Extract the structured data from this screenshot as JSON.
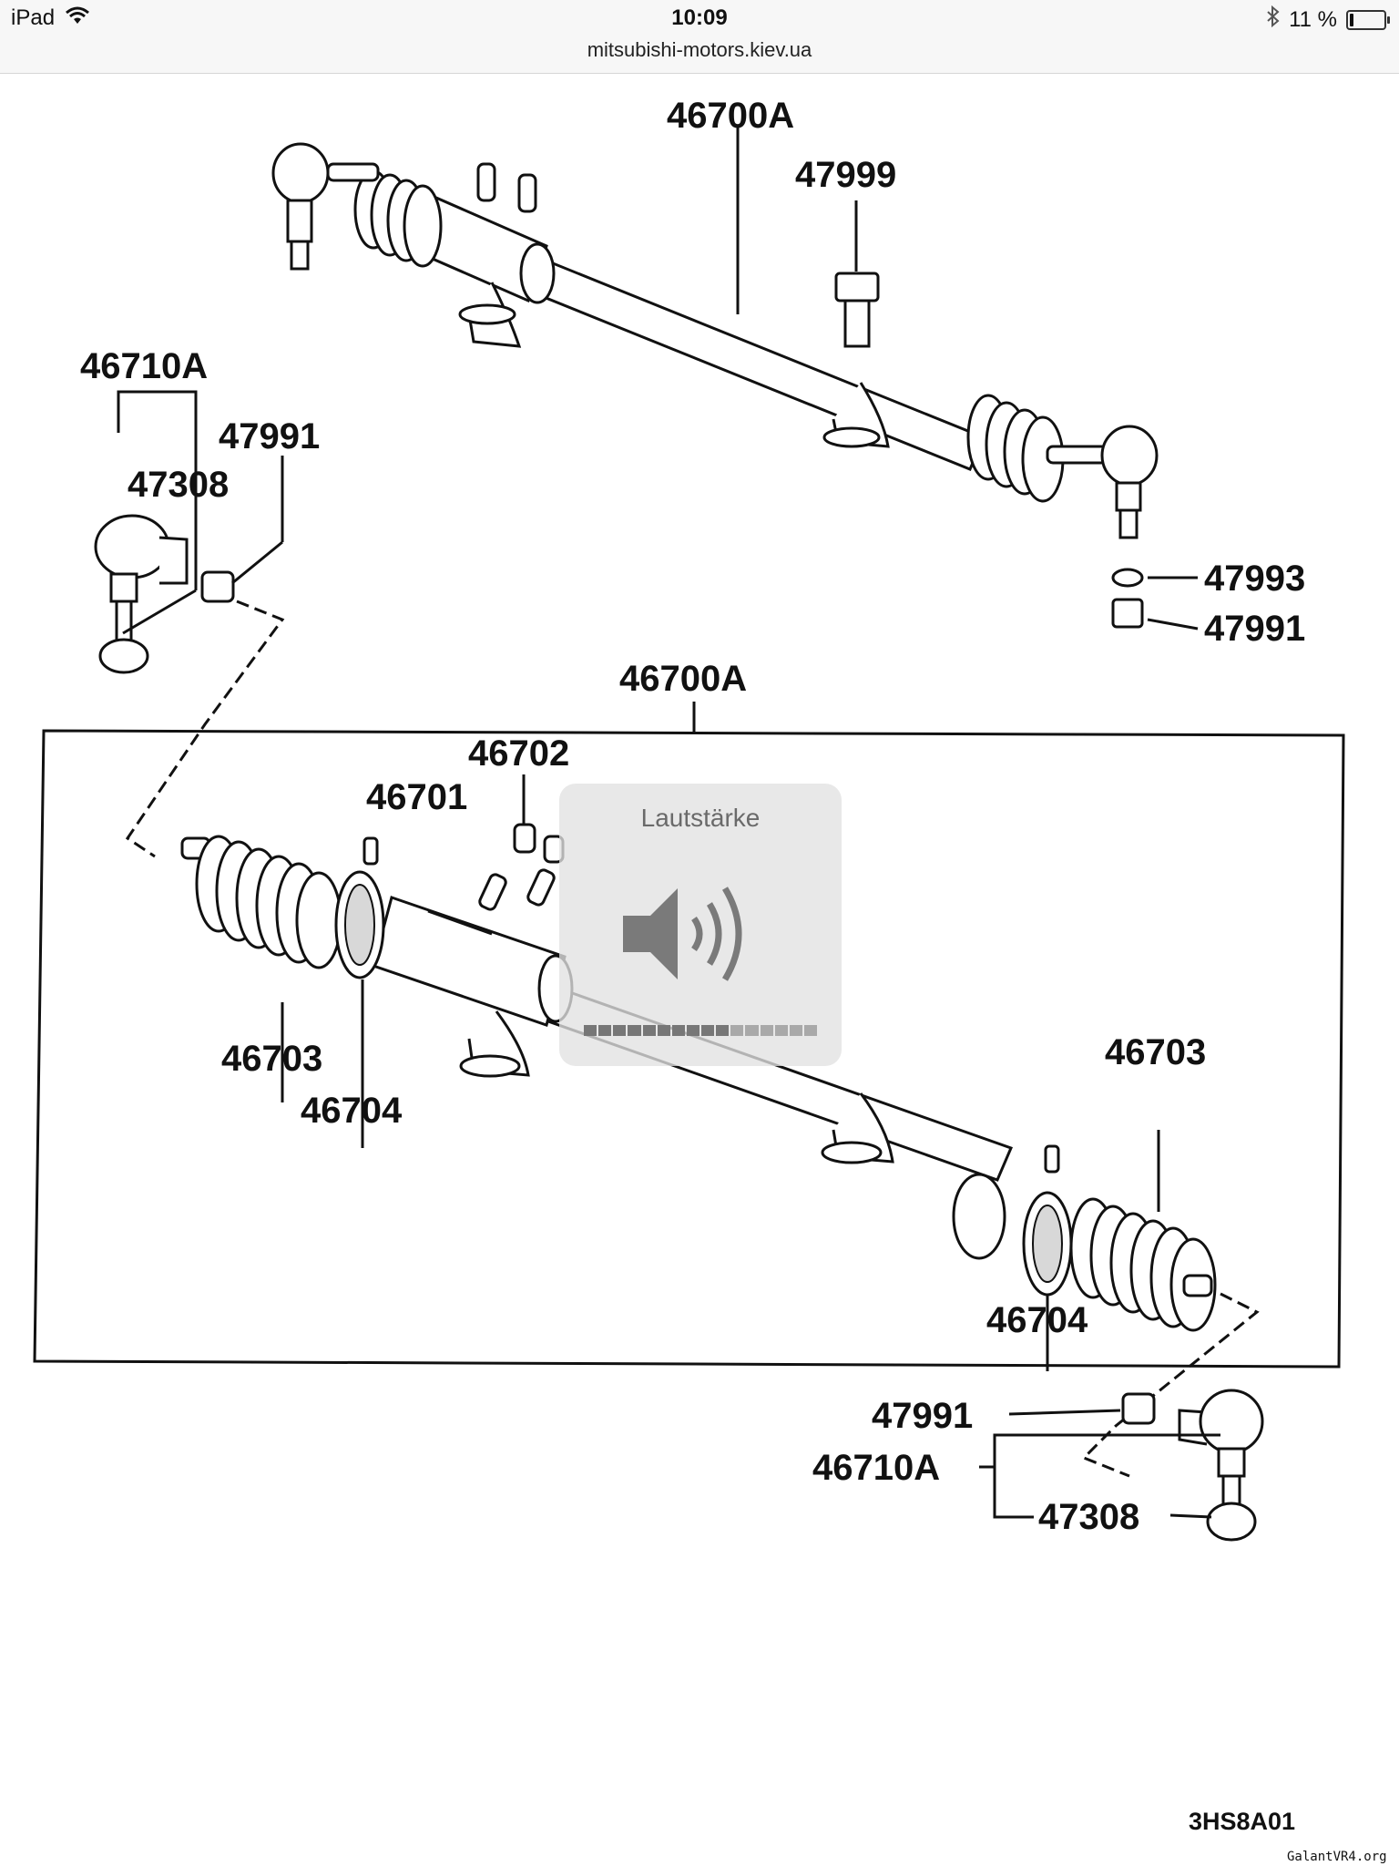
{
  "status_bar": {
    "device": "iPad",
    "time": "10:09",
    "url": "mitsubishi-motors.kiev.ua",
    "battery_percent_text": "11 %",
    "battery_level": 0.11,
    "icons": [
      "wifi-icon",
      "bluetooth-icon",
      "battery-icon"
    ]
  },
  "diagram": {
    "top_assembly": {
      "main_label": "46700A",
      "bolt_label": "47999",
      "left_end": {
        "assy_label": "46710A",
        "nut_label": "47991",
        "part_label": "47308"
      },
      "right_end": {
        "washer_label": "47993",
        "nut_label": "47991"
      }
    },
    "bottom_assembly": {
      "main_label": "46700A",
      "fitting_labels": [
        "46702",
        "46701"
      ],
      "left_labels": [
        "46703",
        "46704"
      ],
      "right_labels": [
        "46703",
        "46704"
      ],
      "lower_end": {
        "nut_label": "47991",
        "assy_label": "46710A",
        "part_label": "47308"
      }
    },
    "diagram_code": "3HS8A01",
    "watermark": "GalantVR4.org"
  },
  "volume_hud": {
    "title": "Lautstärke",
    "level": 0.6,
    "segments": 16,
    "icon": "speaker-icon"
  }
}
